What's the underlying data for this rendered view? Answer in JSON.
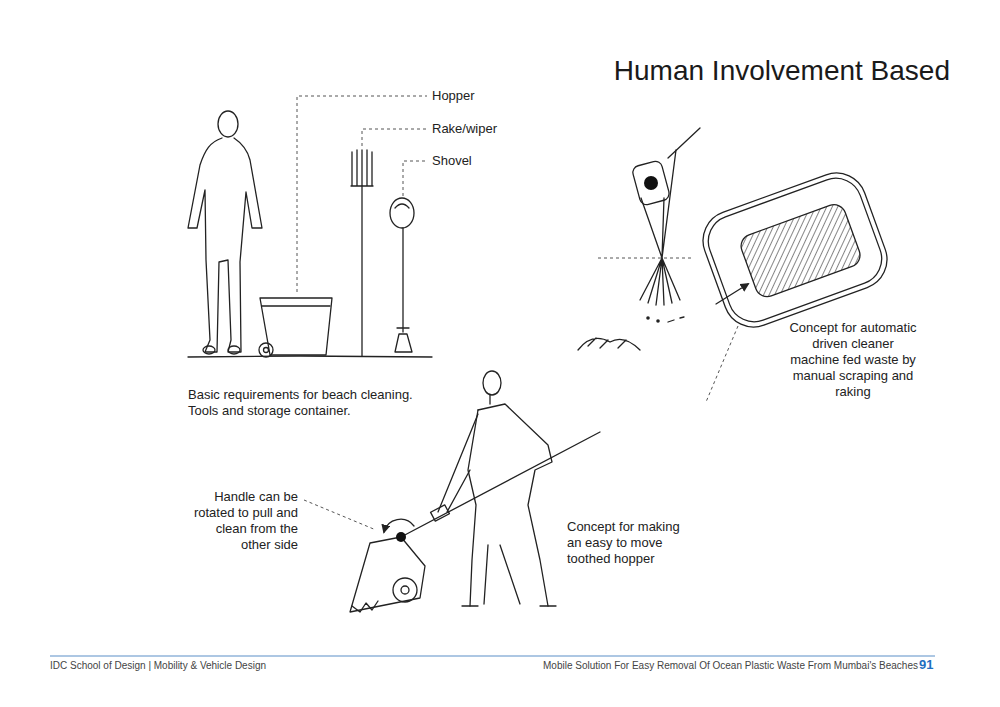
{
  "diagram": {
    "title": "Human Involvement Based",
    "labels": [
      "Hopper",
      "Rake/wiper",
      "Shovel",
      "Basic requirements for beach cleaning. Tools and storage container.",
      "Concept for automatic driven cleaner machine fed waste by manual scraping and raking",
      "Handle can be rotated to pull and clean from the other side",
      "Concept for making an easy to move toothed hopper",
      "IDC School of Design | Mobility & Vehicle Design",
      "Mobile Solution For Easy Removal Of Ocean Plastic Waste From Mumbai's Beaches",
      "91"
    ]
  }
}
